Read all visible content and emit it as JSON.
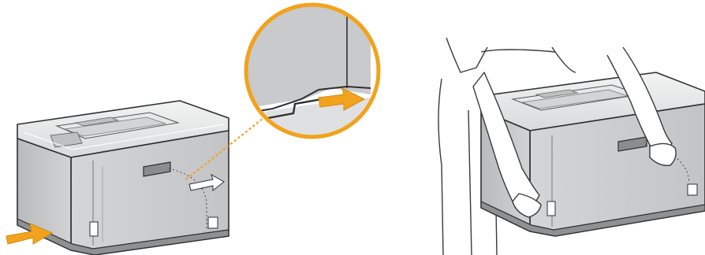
{
  "figure": {
    "panels": [
      {
        "id": "left",
        "subject": "printer",
        "callout": "handle-recess-detail"
      },
      {
        "id": "right",
        "subject": "person-lifting-printer"
      }
    ],
    "icons": [
      "arrow-icon",
      "magnifier-callout-icon"
    ],
    "colors": {
      "body": "#cfd0d1",
      "body_light": "#e4e5e6",
      "body_dark": "#8e9092",
      "outline": "#2f2f2f",
      "accent": "#f2a21c",
      "skin_outline": "#3a3a3a",
      "background": "#ffffff"
    }
  }
}
